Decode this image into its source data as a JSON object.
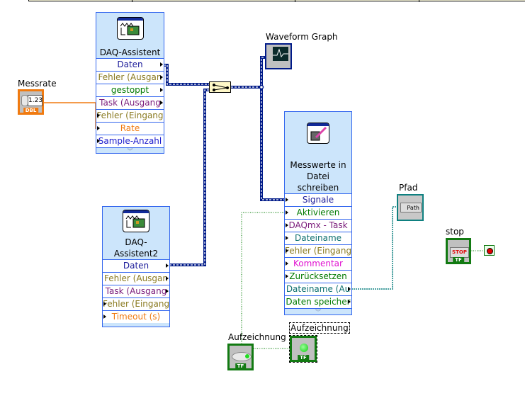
{
  "structure_frame": {
    "visible": true
  },
  "colors": {
    "dynamic_wire": "#001a88",
    "numeric_wire": "#f07a10",
    "boolean_wire": "#007a00",
    "path_wire": "#0e8080",
    "express_vi_fill": "#cce5fb",
    "express_vi_border": "#3366ee"
  },
  "messrate": {
    "label": "Messrate",
    "display": "1.23",
    "type_tag": "DBL",
    "icon": "numeric-control-icon"
  },
  "daq1": {
    "title": "DAQ-Assistent",
    "icon": "daq-card-icon",
    "terminals": [
      {
        "label": "Daten",
        "color": "#1a1a99",
        "dir": "out"
      },
      {
        "label": "Fehler (Ausgan",
        "color": "#8a7a20",
        "dir": "out"
      },
      {
        "label": "gestoppt",
        "color": "#007a00",
        "dir": "out"
      },
      {
        "label": "Task (Ausgang",
        "color": "#7a1a7a",
        "dir": "out"
      },
      {
        "label": "Fehler (Eingang",
        "color": "#8a7a20",
        "dir": "in"
      },
      {
        "label": "Rate",
        "color": "#f07a10",
        "dir": "in"
      },
      {
        "label": "Sample-Anzahl",
        "color": "#1a1acc",
        "dir": "in"
      }
    ]
  },
  "daq2": {
    "title_line1": "DAQ-",
    "title_line2": "Assistent2",
    "icon": "daq-card-icon",
    "terminals": [
      {
        "label": "Daten",
        "color": "#1a1a99",
        "dir": "out"
      },
      {
        "label": "Fehler (Ausgan",
        "color": "#8a7a20",
        "dir": "out"
      },
      {
        "label": "Task (Ausgang",
        "color": "#7a1a7a",
        "dir": "out"
      },
      {
        "label": "Fehler (Eingang",
        "color": "#8a7a20",
        "dir": "in"
      },
      {
        "label": "Timeout (s)",
        "color": "#f07a10",
        "dir": "in"
      }
    ]
  },
  "merge_signals": {
    "icon": "merge-signals-icon"
  },
  "waveform_graph": {
    "label": "Waveform Graph",
    "icon": "waveform-graph-icon"
  },
  "write_file": {
    "title_line1": "Messwerte in",
    "title_line2": "Datei",
    "title_line3": "schreiben",
    "icon": "write-to-file-icon",
    "terminals": [
      {
        "label": "Signale",
        "color": "#1a1a99",
        "dir": "in"
      },
      {
        "label": "Aktivieren",
        "color": "#007a00",
        "dir": "in"
      },
      {
        "label": "DAQmx - Task",
        "color": "#7a1a7a",
        "dir": "in"
      },
      {
        "label": "Dateiname",
        "color": "#0e7070",
        "dir": "in"
      },
      {
        "label": "Fehler (Eingang",
        "color": "#8a7a20",
        "dir": "in"
      },
      {
        "label": "Kommentar",
        "color": "#e010d0",
        "dir": "in"
      },
      {
        "label": "Zurücksetzen",
        "color": "#007a00",
        "dir": "in"
      },
      {
        "label": "Dateiname (Au",
        "color": "#0e7070",
        "dir": "out"
      },
      {
        "label": "Daten speicher",
        "color": "#007a00",
        "dir": "out"
      }
    ]
  },
  "pfad": {
    "label": "Pfad",
    "display": "Path",
    "icon": "path-indicator-icon"
  },
  "stop": {
    "label": "stop",
    "display": "STOP",
    "type_tag": "TF",
    "icon": "stop-button-icon"
  },
  "loop_condition": {
    "icon": "stop-if-true-icon"
  },
  "aufzeichnung_ctrl": {
    "label": "Aufzeichnung",
    "type_tag": "TF",
    "icon": "boolean-switch-icon"
  },
  "aufzeichnung_ind": {
    "label": "Aufzeichnung",
    "type_tag": "TF",
    "icon": "led-indicator-icon"
  }
}
